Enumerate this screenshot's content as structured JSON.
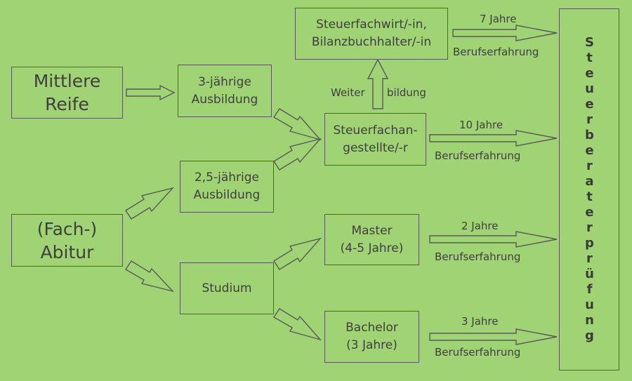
{
  "nodes": {
    "mittlere_reife": "Mittlere\nReife",
    "fach_abitur": "(Fach-)\nAbitur",
    "ausbildung_3": "3-jährige\nAusbildung",
    "ausbildung_25": "2,5-jährige\nAusbildung",
    "studium": "Studium",
    "steuerfachangestellte": "Steuerfachan-\ngestellte/-r",
    "steuerfachwirt": "Steuerfachwirt/-in,\nBilanzbuchhalter/-in",
    "master": "Master\n(4-5 Jahre)",
    "bachelor": "Bachelor\n(3 Jahre)",
    "steuerberaterpruefung": "Steuerberaterprüfung"
  },
  "labels": {
    "weiter": "Weiter",
    "bildung": "bildung",
    "years_steuerfachwirt": "7 Jahre",
    "years_steuerfachangestellte": "10 Jahre",
    "years_master": "2 Jahre",
    "years_bachelor": "3 Jahre",
    "berufserfahrung_1": "Berufserfahrung",
    "berufserfahrung_2": "Berufserfahrung",
    "berufserfahrung_3": "Berufserfahrung",
    "berufserfahrung_4": "Berufserfahrung"
  },
  "colors": {
    "background": "#9fd374",
    "stroke": "#5a5a5a"
  }
}
